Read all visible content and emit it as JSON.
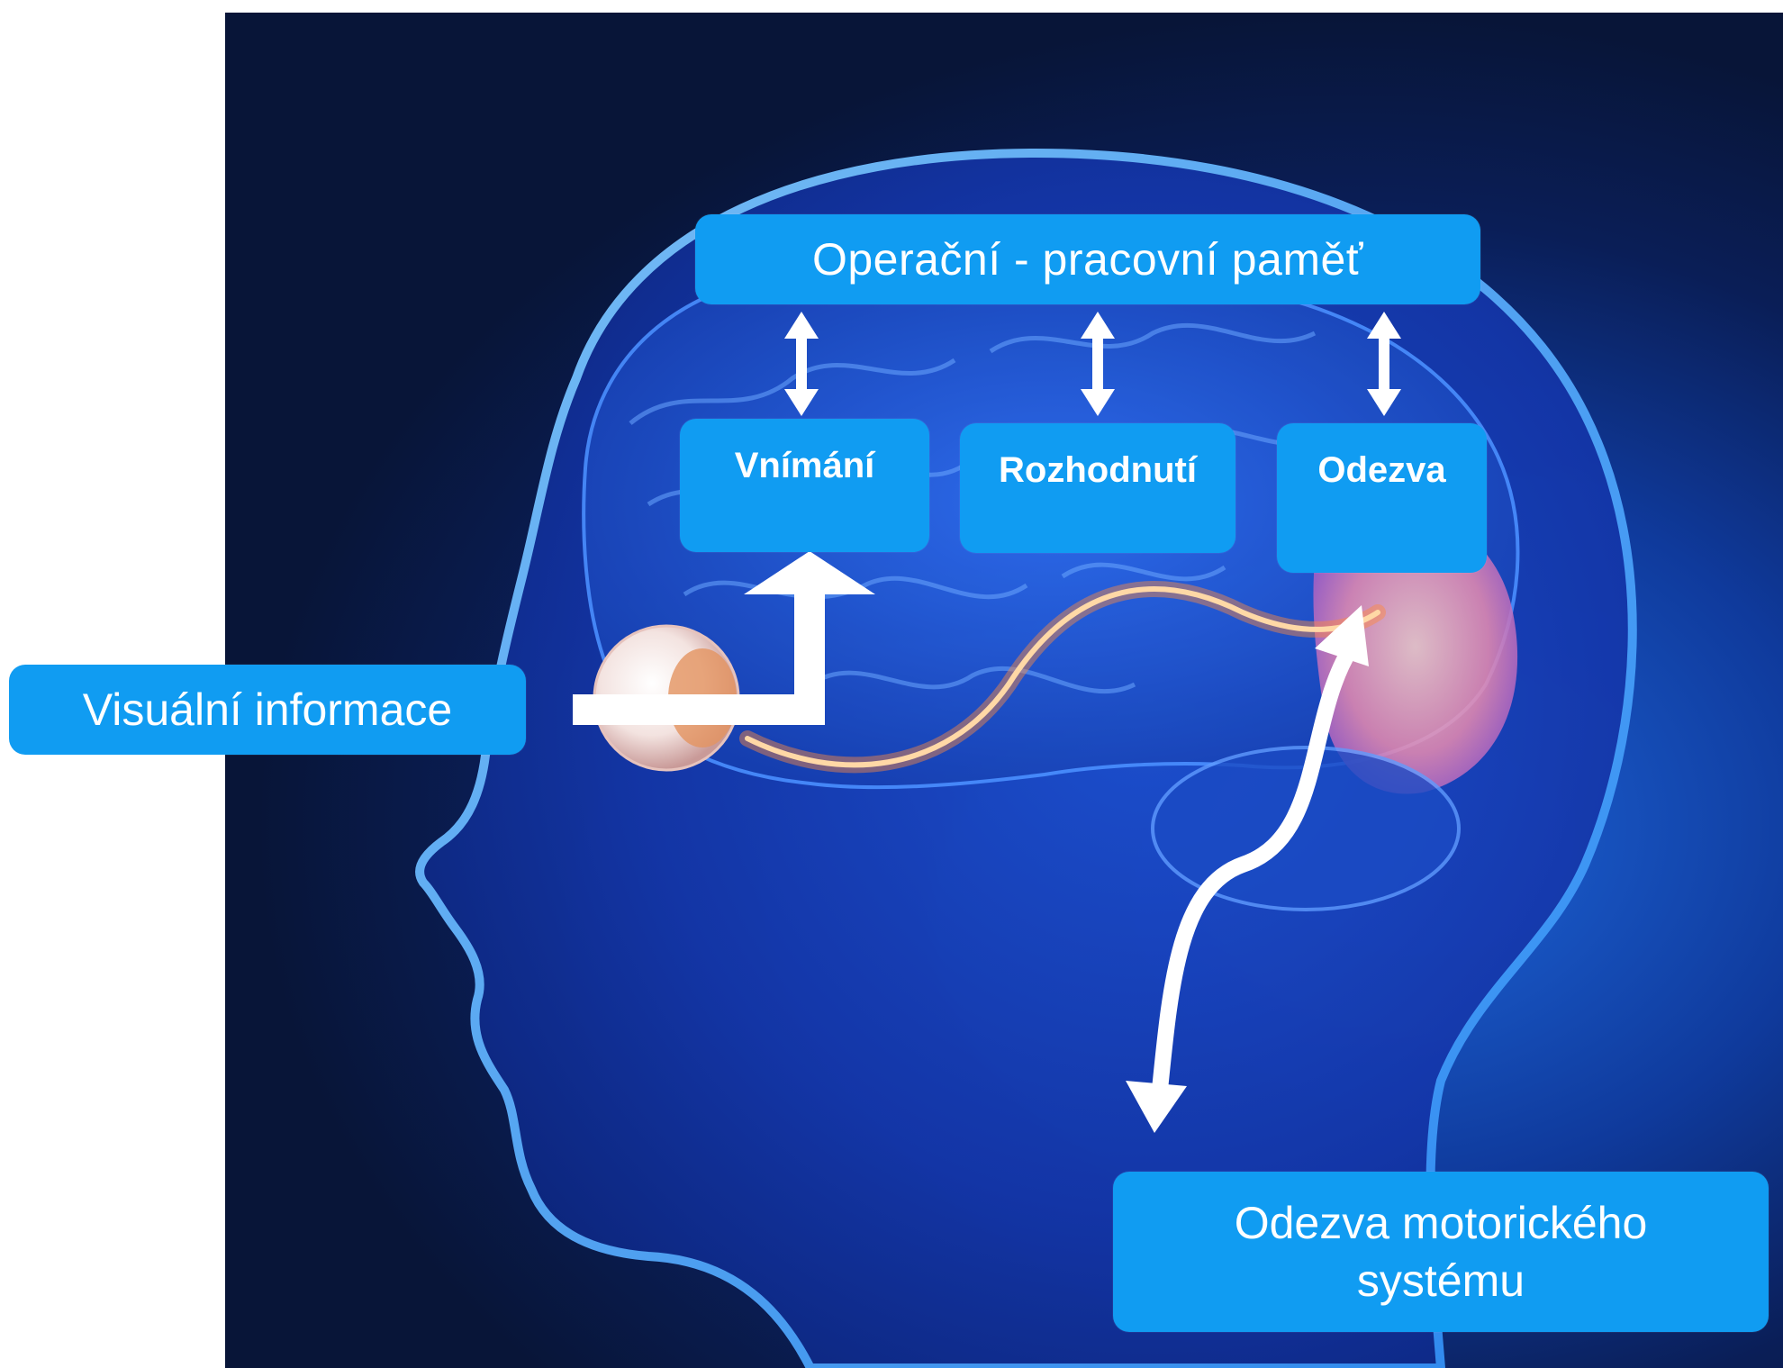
{
  "boxes": {
    "memory": "Operační - pracovní paměť",
    "perception": "Vnímání",
    "decision": "Rozhodnutí",
    "response": "Odezva",
    "visual_input": "Visuální informace",
    "motor_response": "Odezva motorického systému"
  },
  "colors": {
    "box_fill": "#109cf2",
    "box_text": "#ffffff",
    "arrow": "#ffffff",
    "background_dark": "#0a1e57",
    "background_glow": "#1f6ae0",
    "nerve_glow": "#ff8a3d"
  }
}
